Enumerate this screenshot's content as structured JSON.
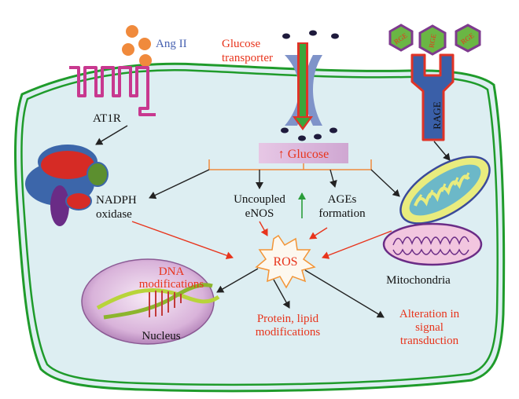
{
  "labels": {
    "ang": "Ang II",
    "at1r": "AT1R",
    "glut_1": "Glucose",
    "glut_2": "transporter",
    "rage": "RAGE",
    "rge": "RGE",
    "glucose_box": "↑ Glucose",
    "nadph_1": "NADPH",
    "nadph_2": "oxidase",
    "uncoupled_1": "Uncoupled",
    "uncoupled_2": "eNOS",
    "ages_arrow": "↑",
    "ages_1": "AGEs",
    "ages_2": "formation",
    "ros": "ROS",
    "dna_1": "DNA",
    "dna_2": "modifications",
    "nucleus": "Nucleus",
    "protein_1": "Protein, lipid",
    "protein_2": "modifications",
    "mito": "Mitochondria",
    "signal_1": "Alteration in",
    "signal_2": "signal",
    "signal_3": "transduction"
  },
  "colors": {
    "membrane": "#1f9b2b",
    "cytoplasm": "#ddeef2",
    "red_text": "#e8341c",
    "ang_blue": "#4660b0",
    "receptor": "#c8388f",
    "glut": "#7f93c9",
    "rage_blue": "#3a5fa8",
    "rage_red": "#e03326",
    "rge_fill": "#6ab644",
    "rge_border": "#7e3a8e",
    "glucose_box": "#d9b6d9",
    "nadph_blue": "#3c66aa",
    "nadph_red": "#d62b25",
    "nadph_green": "#5c8f2f",
    "nadph_purple": "#6a2c86",
    "mito_yellow": "#e9ec7e",
    "mito_pink": "#f2c6df",
    "nucleus": "#b888c0",
    "ros_border": "#f39435"
  }
}
